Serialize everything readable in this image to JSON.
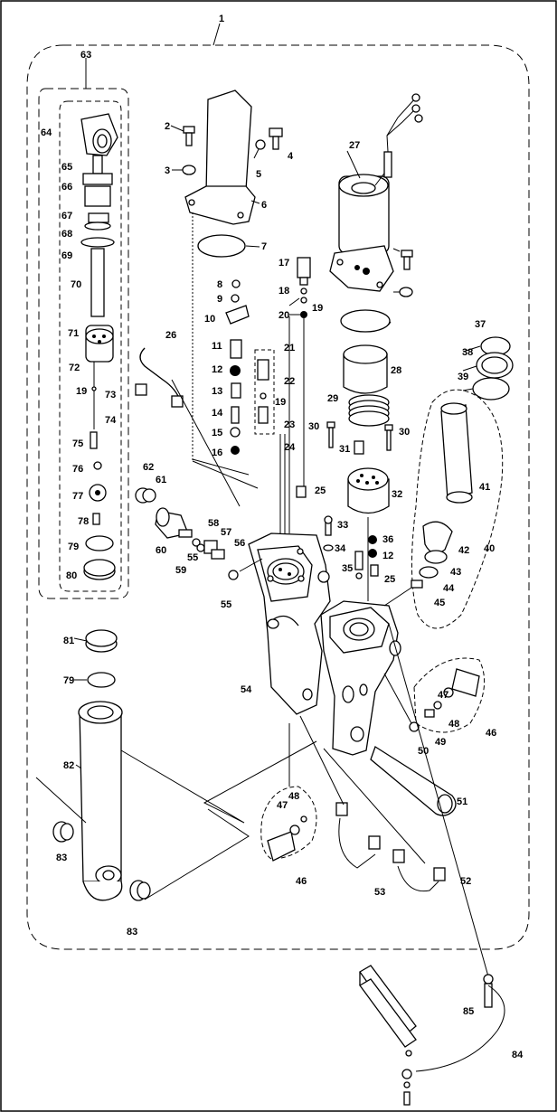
{
  "callouts": [
    "1",
    "2",
    "3",
    "4",
    "5",
    "6",
    "7",
    "8",
    "9",
    "10",
    "11",
    "12",
    "13",
    "14",
    "15",
    "16",
    "17",
    "18",
    "19",
    "20",
    "21",
    "22",
    "23",
    "24",
    "25",
    "26",
    "27",
    "28",
    "29",
    "30",
    "31",
    "32",
    "33",
    "34",
    "35",
    "36",
    "37",
    "38",
    "39",
    "40",
    "41",
    "42",
    "43",
    "44",
    "45",
    "46",
    "47",
    "48",
    "49",
    "50",
    "51",
    "52",
    "53",
    "54",
    "55",
    "56",
    "57",
    "58",
    "59",
    "60",
    "61",
    "62",
    "63",
    "64",
    "65",
    "66",
    "67",
    "68",
    "69",
    "70",
    "71",
    "72",
    "73",
    "74",
    "75",
    "76",
    "77",
    "78",
    "79",
    "80",
    "81",
    "82",
    "83",
    "84",
    "85"
  ]
}
